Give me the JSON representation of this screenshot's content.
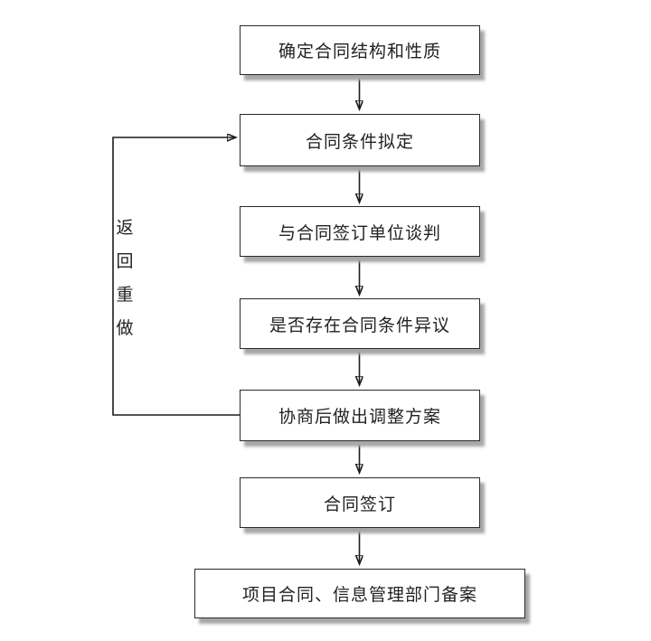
{
  "flowchart": {
    "title": "contract-signing-process-flowchart",
    "nodes": [
      {
        "id": "determine-contract-structure",
        "label": "确定合同结构和性质"
      },
      {
        "id": "draft-contract-terms",
        "label": "合同条件拟定"
      },
      {
        "id": "negotiate-with-signing-party",
        "label": "与合同签订单位谈判"
      },
      {
        "id": "check-terms-objection",
        "label": "是否存在合同条件异议"
      },
      {
        "id": "adjustment-plan",
        "label": "协商后做出调整方案"
      },
      {
        "id": "contract-signing",
        "label": "合同签订"
      },
      {
        "id": "filing-record",
        "label": "项目合同、信息管理部门备案"
      }
    ],
    "loop_label": "返回重做",
    "colors": {
      "line": "#1c1c1c",
      "box_border": "#2a2a2a",
      "box_shadow": "#a7a7a7",
      "background": "#ffffff"
    }
  }
}
